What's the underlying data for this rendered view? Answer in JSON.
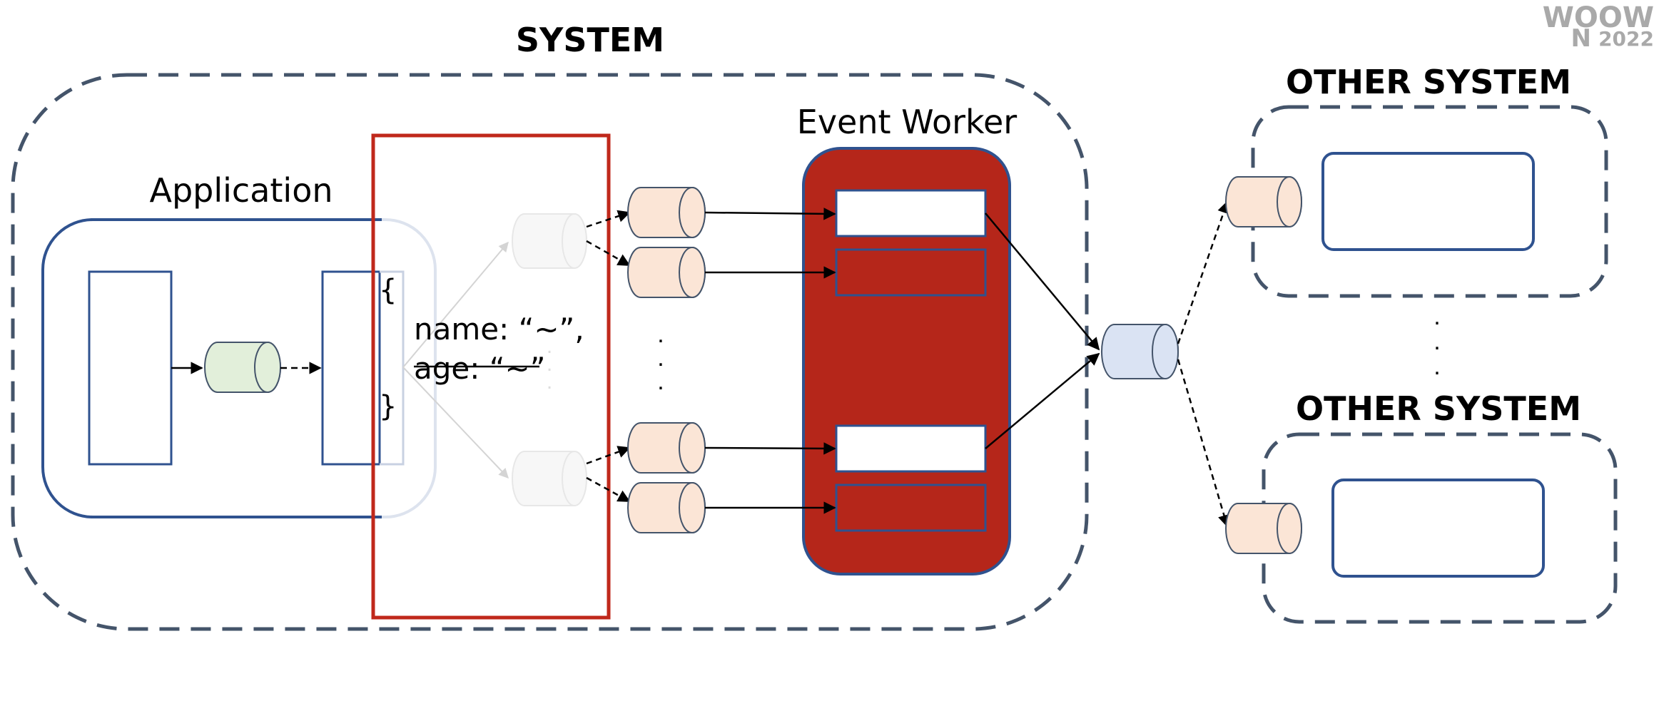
{
  "labels": {
    "system": "SYSTEM",
    "application": "Application",
    "event_worker": "Event Worker",
    "other_system_1": "OTHER SYSTEM",
    "other_system_2": "OTHER SYSTEM"
  },
  "payload": {
    "open_brace": "{",
    "line1": "name: “~”,",
    "line2": "age: “~”",
    "close_brace": "}"
  },
  "ellipsis": ".",
  "watermark": {
    "line1": "WOOW",
    "line2_letter": "N",
    "line2_year": "2022"
  },
  "colors": {
    "navy": "#2f528f",
    "dash_gray": "#44546a",
    "highlight_red": "#c0281b",
    "worker_fill": "#b5261a",
    "queue_peach": "#fbe5d6",
    "queue_green": "#e2efda",
    "queue_blue": "#dae3f3"
  }
}
